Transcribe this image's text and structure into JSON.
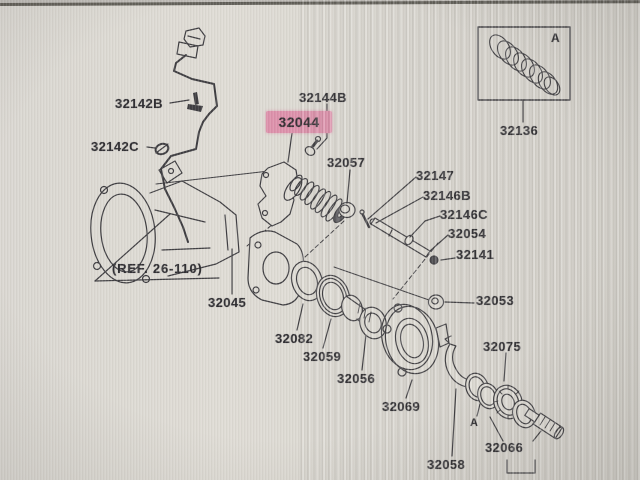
{
  "callouts": {
    "l32142b": "32142B",
    "l32142c": "32142C",
    "l32144b": "32144B",
    "l32044": "32044",
    "l32057": "32057",
    "l32136": "32136",
    "l32147": "32147",
    "l32146b": "32146B",
    "l32146c": "32146C",
    "l32054": "32054",
    "l32141": "32141",
    "l32053": "32053",
    "l32045": "32045",
    "lref": "(REF. 26-110)",
    "l32082": "32082",
    "l32059": "32059",
    "l32056": "32056",
    "l32069": "32069",
    "l32075": "32075",
    "l32066": "32066",
    "l32058": "32058"
  },
  "detail_markers": {
    "box_a": "A",
    "washer_a": "A"
  },
  "highlight": {
    "part": "32044",
    "color": "#dc8ea9"
  },
  "colors": {
    "background": "#d6d3cc",
    "line_art": "#3a393d",
    "highlight_pink": "#dc8ea9"
  }
}
